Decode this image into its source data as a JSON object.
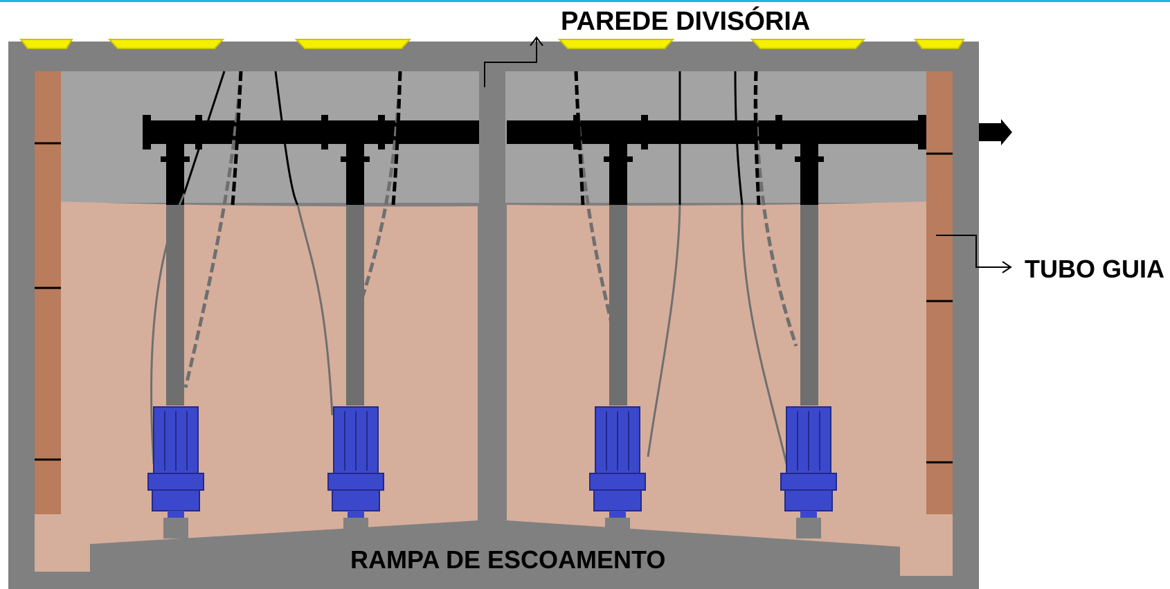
{
  "labels": {
    "divider_wall": "PAREDE DIVISÓRIA",
    "guide_tube": "TUBO GUIA",
    "drain_ramp": "RAMPA DE ESCOAMENTO"
  },
  "colors": {
    "concrete": "#808080",
    "air_space": "#a3a3a3",
    "liquid": "#d6ae9c",
    "guide_tube": "#b97c5c",
    "pipe": "#000000",
    "pump_body": "#3c48cc",
    "hatch": "#f5f000",
    "accent_bar": "#1fb5e6",
    "chain": "#6f6f6f"
  },
  "icons": {
    "arrow": "arrow-up-right-icon",
    "outlet": "outlet-arrow-icon",
    "pump": "submersible-pump-icon"
  }
}
